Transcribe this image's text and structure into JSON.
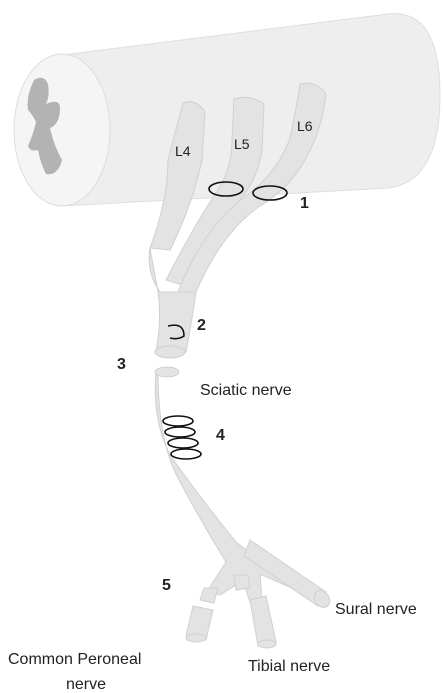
{
  "roots": {
    "l4": "L4",
    "l5": "L5",
    "l6": "L6"
  },
  "sites": {
    "s1": "1",
    "s2": "2",
    "s3": "3",
    "s4": "4",
    "s5": "5"
  },
  "nerves": {
    "sciatic": "Sciatic nerve",
    "sural": "Sural nerve",
    "tibial": "Tibial nerve",
    "common_peroneal_line1": "Common Peroneal",
    "common_peroneal_line2": "nerve"
  },
  "colors": {
    "cord": "#eeeeee",
    "cord_stroke": "#dddddd",
    "gray_matter": "#b3b3b3",
    "nerve": "#e3e3e3",
    "nerve_stroke": "#d2d2d2",
    "ligature": "#111111"
  }
}
